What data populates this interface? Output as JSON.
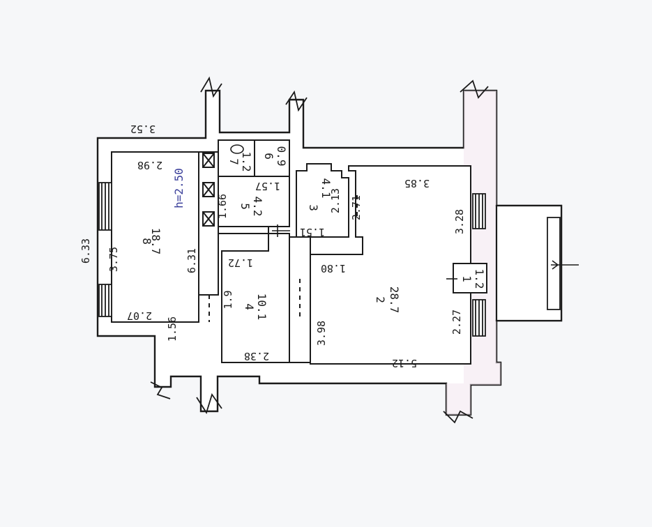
{
  "colors": {
    "paper": "#f6f7f9",
    "wall_fill": "#ffffff",
    "ink": "#1b1b1b",
    "pink_tint": "#f3e6ee",
    "blue_ink": "#3a3f9a"
  },
  "plan": {
    "ceiling_height": "h=2.50",
    "rooms": [
      {
        "number": "8",
        "area": "18.7"
      },
      {
        "number": "7",
        "area": "1.2"
      },
      {
        "number": "6",
        "area": "0.9"
      },
      {
        "number": "5",
        "area": "4.2"
      },
      {
        "number": "4",
        "area": "10.1"
      },
      {
        "number": "3",
        "area": "4.1"
      },
      {
        "number": "2",
        "area": "28.7"
      },
      {
        "number": "1",
        "area": "1.2"
      }
    ],
    "dimensions": {
      "top_outer": "3.52",
      "room8_top": "2.98",
      "room8_left": "3.75",
      "room8_right": "6.31",
      "room8_bottom": "2.07",
      "left_outer": "6.33",
      "stub": "1.56",
      "room5_height": "1.66",
      "room5_width": "1.57",
      "hall_width": "1.72",
      "room4_height": "1.9",
      "room4_bottom": "2.38",
      "room3_height": "2.13",
      "room3_width": "1.51",
      "room3_side": "2.71",
      "room2_top": "3.85",
      "room2_upper_right": "3.28",
      "room2_inner": "1.80",
      "room2_left": "3.98",
      "room2_lower_right": "2.27",
      "room2_bottom": "5.12"
    }
  }
}
